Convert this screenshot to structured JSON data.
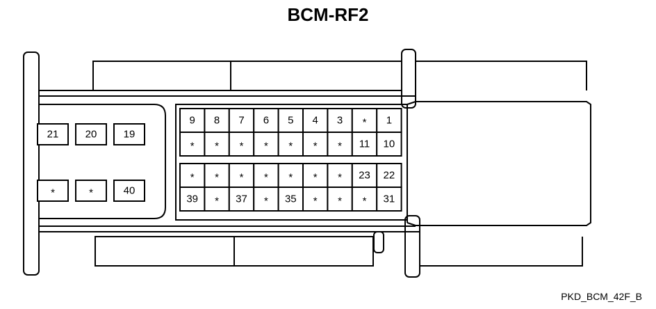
{
  "title": "BCM-RF2",
  "figure_code": "PKD_BCM_42F_B",
  "left_block": {
    "top_row": [
      "21",
      "20",
      "19"
    ],
    "bottom_row": [
      "*",
      "*",
      "40"
    ]
  },
  "upper_grid": {
    "row1": [
      "9",
      "8",
      "7",
      "6",
      "5",
      "4",
      "3",
      "*",
      "1"
    ],
    "row2": [
      "*",
      "*",
      "*",
      "*",
      "*",
      "*",
      "*",
      "11",
      "10"
    ]
  },
  "lower_grid": {
    "row1": [
      "*",
      "*",
      "*",
      "*",
      "*",
      "*",
      "*",
      "23",
      "22"
    ],
    "row2": [
      "39",
      "*",
      "37",
      "*",
      "35",
      "*",
      "*",
      "*",
      "31"
    ]
  }
}
